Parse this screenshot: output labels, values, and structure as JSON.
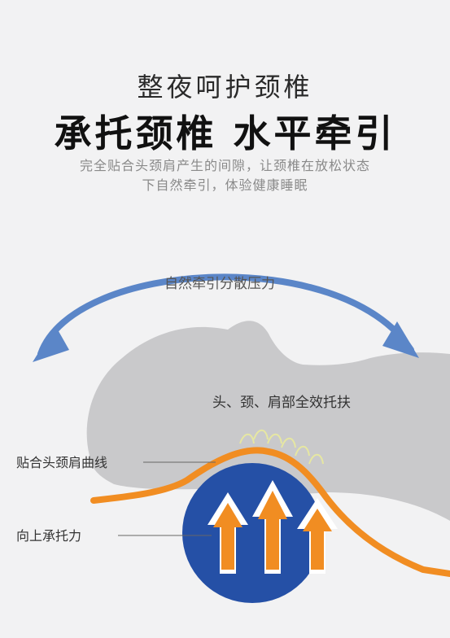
{
  "heading": {
    "line1": "整夜呵护颈椎",
    "line2": "承托颈椎 水平牵引",
    "desc_line1": "完全贴合头颈肩产生的间隙，让颈椎在放松状态",
    "desc_line2": "下自然牵引，体验健康睡眠"
  },
  "diagram": {
    "arrow_label": "自然牵引分散压力",
    "support_label": "头、颈、肩部全效托扶",
    "curve_label": "贴合头颈肩曲线",
    "lift_label": "向上承托力"
  },
  "colors": {
    "arc_blue": "#5b86c8",
    "circle_blue": "#2550a6",
    "orange": "#f18d22",
    "silhouette": "#c9c9cb",
    "lines": "#e6e7a2"
  }
}
